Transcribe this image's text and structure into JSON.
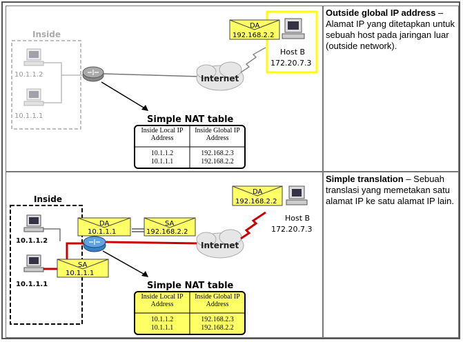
{
  "rows": [
    {
      "diagram": {
        "inside_label": "Inside",
        "host1_ip": "10.1.1.2",
        "host2_ip": "10.1.1.1",
        "internet_label": "Internet",
        "host_b_name": "Host B",
        "host_b_ip": "172.20.7.3",
        "da_packet": {
          "tag": "DA",
          "ip": "192.168.2.2"
        },
        "table_title": "Simple NAT table",
        "table_headers": [
          "Inside Local IP Address",
          "Inside Global IP Address"
        ],
        "table_rows": [
          [
            "10.1.1.2",
            "192.168.2.3"
          ],
          [
            "10.1.1.1",
            "192.168.2.2"
          ]
        ]
      },
      "term": "Outside global IP address",
      "definition": "– Alamat IP yang ditetapkan untuk sebuah host pada jaringan luar (outside network)."
    },
    {
      "diagram": {
        "inside_label": "Inside",
        "host1_ip": "10.1.1.2",
        "host2_ip": "10.1.1.1",
        "internet_label": "Internet",
        "host_b_name": "Host B",
        "host_b_ip": "172.20.7.3",
        "da_packet_b": {
          "tag": "DA",
          "ip": "192.168.2.2"
        },
        "da_packet_in": {
          "tag": "DA",
          "ip": "10.1.1.1"
        },
        "sa_packet_out": {
          "tag": "SA",
          "ip": "192.168.2.2"
        },
        "sa_packet_in": {
          "tag": "SA",
          "ip": "10.1.1.1"
        },
        "table_title": "Simple NAT table",
        "table_headers": [
          "Inside Local IP Address",
          "Inside Global IP Address"
        ],
        "table_rows": [
          [
            "10.1.1.2",
            "192.168.2.3"
          ],
          [
            "10.1.1.1",
            "192.168.2.2"
          ]
        ]
      },
      "term": "Simple translation",
      "definition": " – Sebuah translasi yang memetakan satu alamat IP ke satu alamat IP lain."
    }
  ],
  "colors": {
    "packet_fill": "#ffff66",
    "highlight_border": "#ffff00",
    "link_red": "#cc0000",
    "grey_text": "#999999"
  }
}
